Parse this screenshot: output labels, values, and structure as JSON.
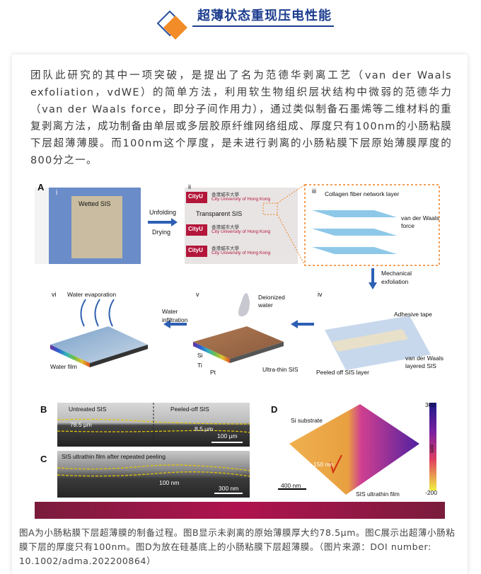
{
  "header": {
    "title": "超薄状态重现压电性能"
  },
  "article": {
    "paragraph": "团队此研究的其中一项突破，是提出了名为范德华剥离工艺（van der Waals exfoliation，vdWE）的简单方法，利用软生物组织层状结构中微弱的范德华力（van der Waals force，即分子间作用力），通过类似制备石墨烯等二维材料的重复剥离方法，成功制备由单层或多层胶原纤维网络组成、厚度只有100nm的小肠粘膜下层超薄薄膜。而100nm这个厚度，是未进行剥离的小肠粘膜下层原始薄膜厚度的800分之一。",
    "caption": "图A为小肠粘膜下层超薄膜的制备过程。图B显示未剥离的原始薄膜厚大约78.5μm。图C展示出超薄小肠粘膜下层的厚度只有100nm。图D为放在硅基底上的小肠粘膜下层超薄膜。（图片来源：DOI number: 10.1002/adma.202200864）"
  },
  "figure": {
    "panel_A": {
      "label": "A",
      "i": {
        "num": "i",
        "label": "Wetted SIS"
      },
      "arrow1": {
        "top": "Unfolding",
        "bottom": "Drying"
      },
      "ii": {
        "num": "ii",
        "label": "Transparent SIS",
        "cityu": "CityU",
        "uni_cn": "香港城市大學",
        "uni_en": "City University of Hong Kong"
      },
      "iii": {
        "num": "iii",
        "collagen": "Collagen fiber network layer",
        "vdw": "van der Waals force"
      },
      "mech": {
        "line1": "Mechanical",
        "line2": "exfoliation"
      },
      "iv": {
        "num": "iv",
        "tape": "Adhesive tape",
        "layered": "van der Waals layered SIS",
        "peeled": "Peeled off SIS layer"
      },
      "v": {
        "num": "v",
        "water": "Deionized water",
        "ultra": "Ultra-thin SIS",
        "si": "Si",
        "ti": "Ti",
        "pt": "Pt"
      },
      "infil": {
        "line1": "Water",
        "line2": "infiltration"
      },
      "vi": {
        "num": "vi",
        "evap": "Water evaporation",
        "film": "Water film"
      }
    },
    "panel_B": {
      "label": "B",
      "untreated": "Untreated SIS",
      "peeled": "Peeled-off SIS",
      "t1": "78.5 μm",
      "t2": "8.5 μm",
      "scale": "100 μm"
    },
    "panel_C": {
      "label": "C",
      "title": "SIS ultrathin film after repeated peeling",
      "t1": "100 nm",
      "scale": "300 nm"
    },
    "panel_D": {
      "label": "D",
      "substrate": "Si substrate",
      "height": "150 nm",
      "film": "SIS ultrathin film",
      "scale": "400 nm",
      "cb_max": "300",
      "cb_min": "-200",
      "cb_unit": "nm"
    },
    "colors": {
      "accent_orange": "#f28c28",
      "title_blue": "#1d3d8f",
      "bar_magenta": "#b0134f"
    }
  }
}
